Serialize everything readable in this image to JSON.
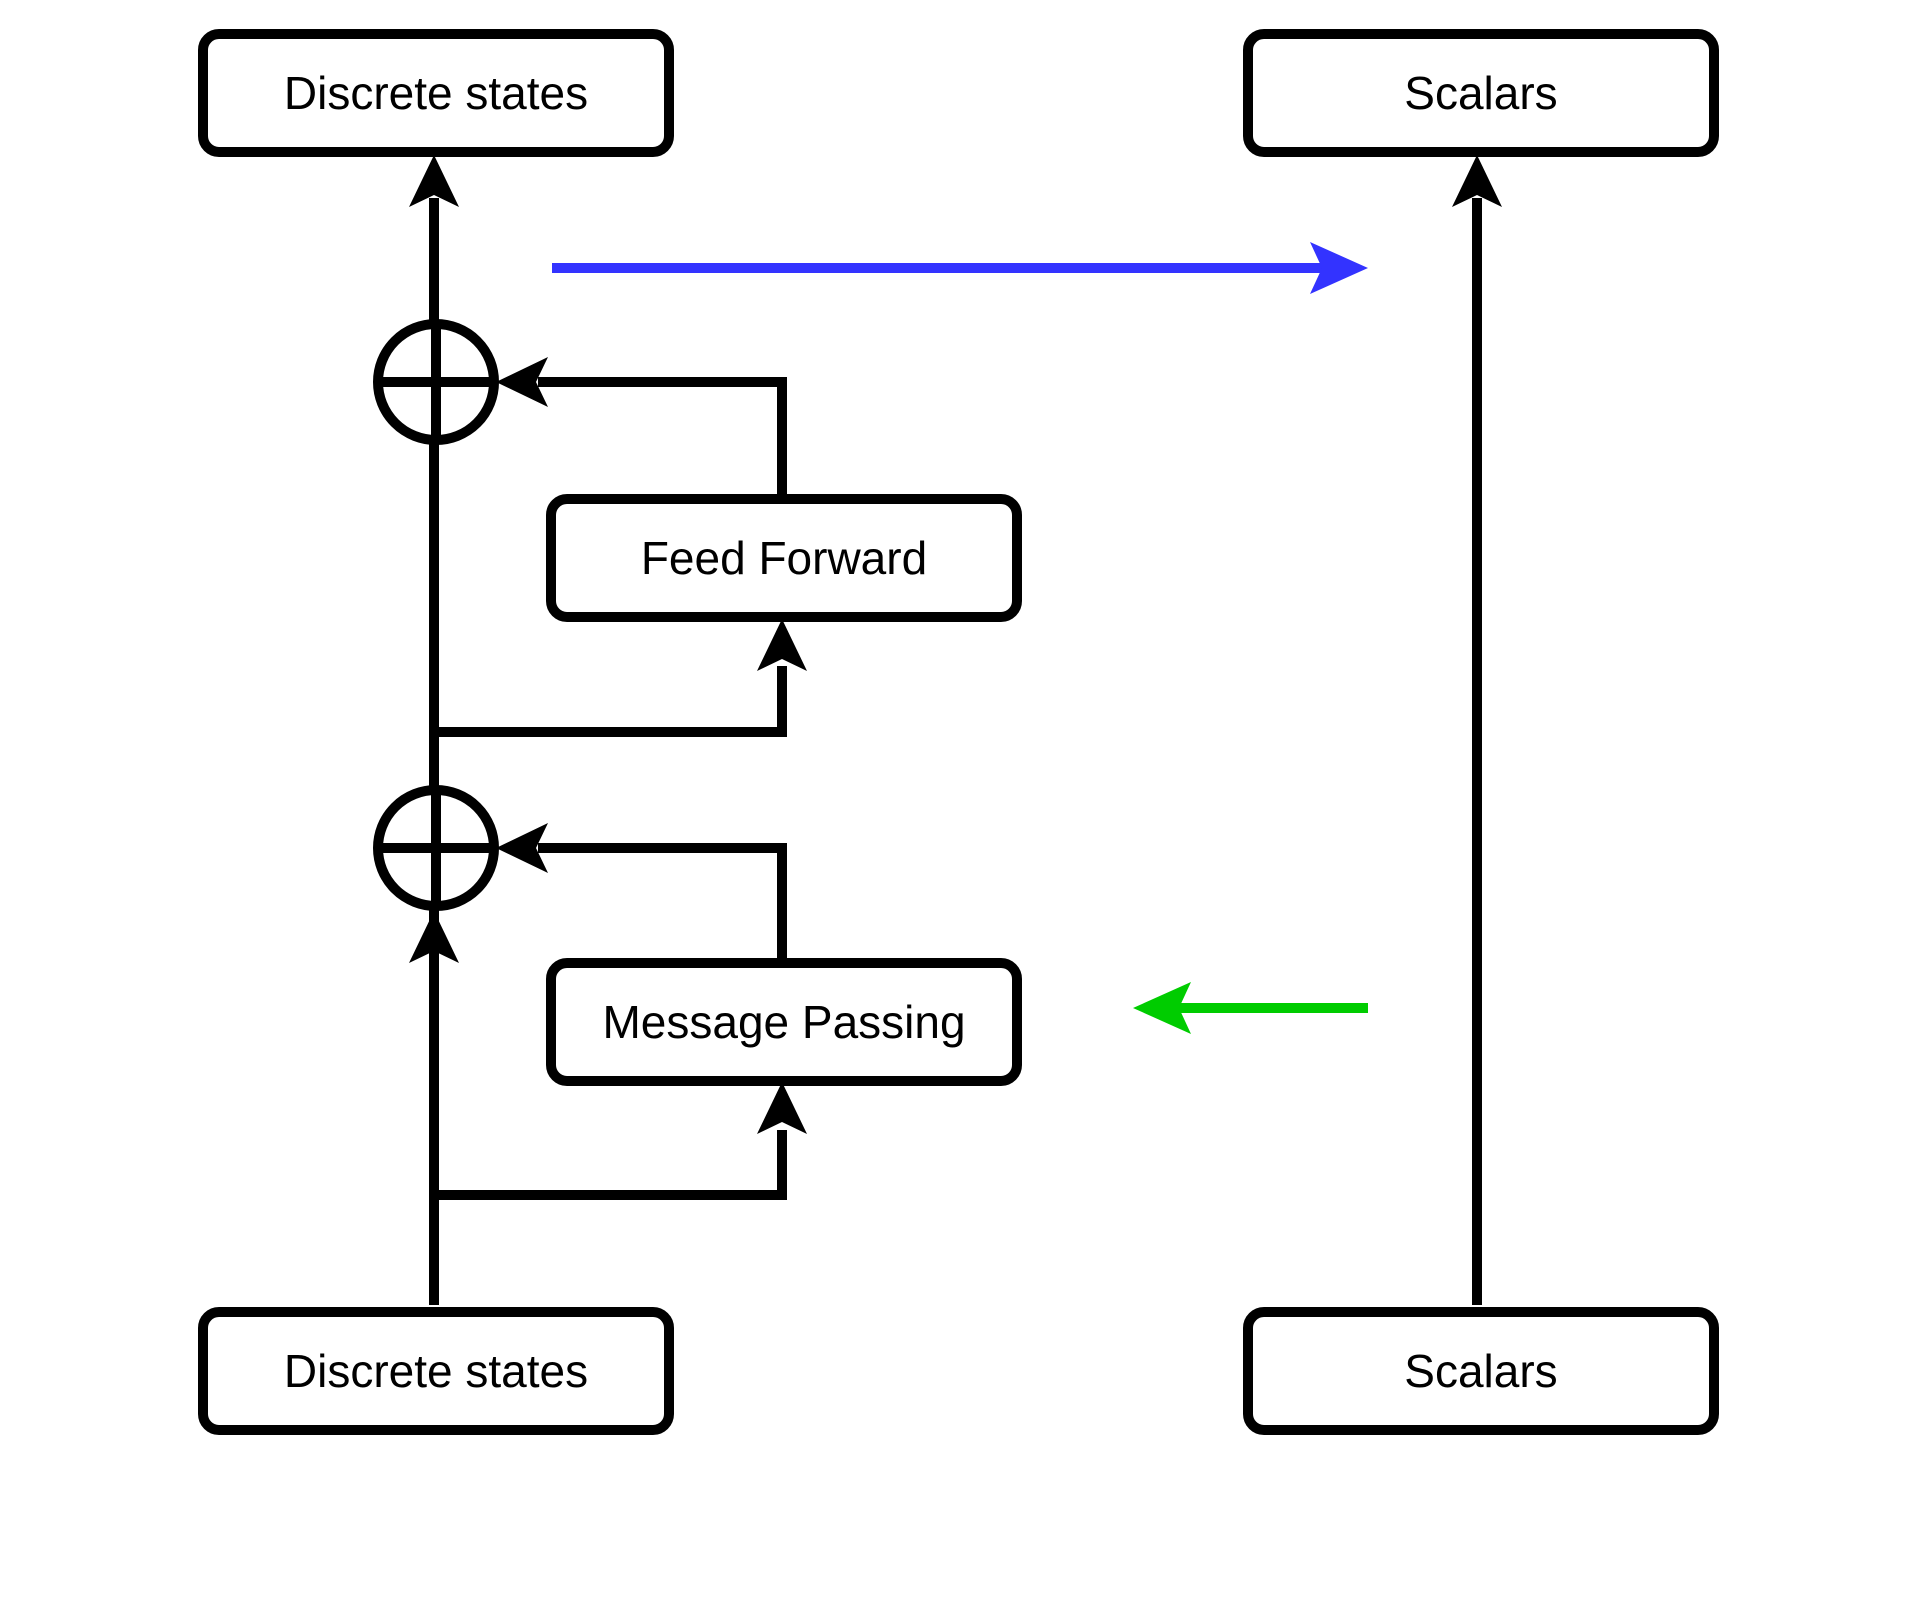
{
  "diagram": {
    "boxes": {
      "discrete_states_top": "Discrete states",
      "scalars_top": "Scalars",
      "feed_forward": "Feed Forward",
      "message_passing": "Message Passing",
      "discrete_states_bottom": "Discrete states",
      "scalars_bottom": "Scalars"
    },
    "nodes": {
      "add_upper": "add-node",
      "add_lower": "add-node"
    },
    "colors": {
      "stroke": "#000000",
      "blue_arrow": "#3333ff",
      "green_arrow": "#00cc00"
    }
  }
}
